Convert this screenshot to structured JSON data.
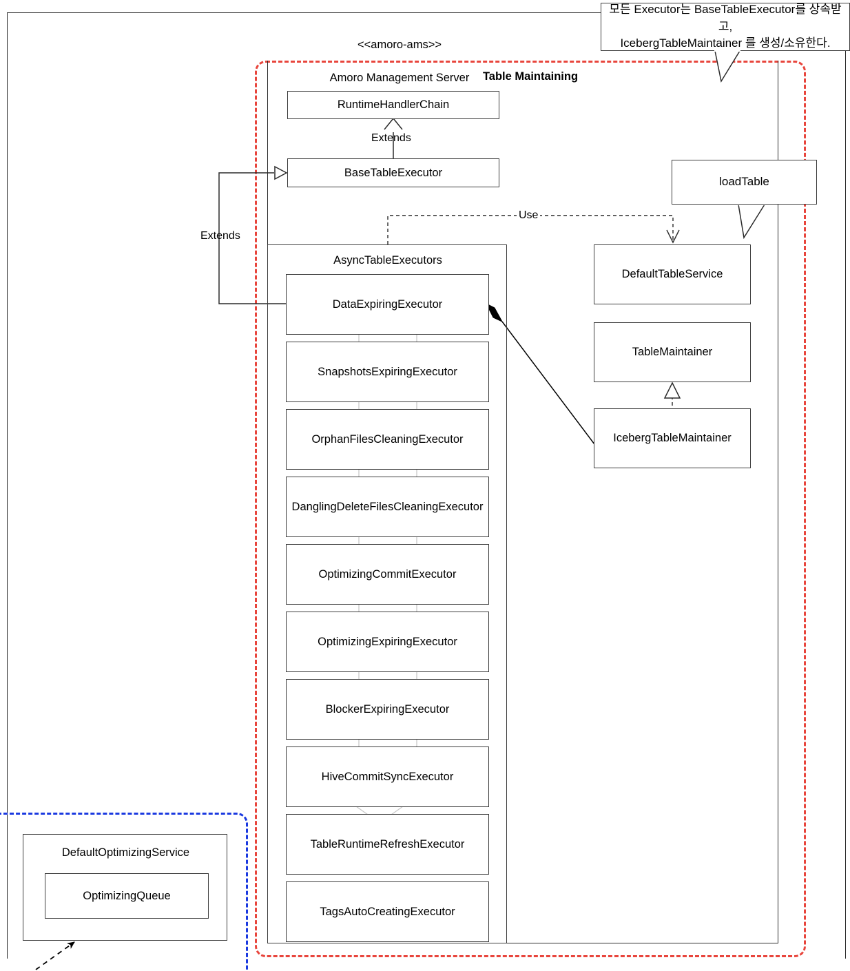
{
  "diagram": {
    "type": "uml-class-diagram",
    "outer_container": {
      "stereotype": "<<amoro-ams>>",
      "title": "Amoro Management Server"
    },
    "red_group": {
      "title": "Table Maintaining",
      "color": "#e8453c",
      "style": "dashed"
    },
    "blue_group": {
      "color": "#1a39e0",
      "style": "dashed"
    }
  },
  "callouts": {
    "korean_note": "모든 Executor는 BaseTableExecutor를 상속받고,\nIcebergTableMaintainer 를 생성/소유한다.",
    "load_table": "loadTable"
  },
  "classes": {
    "runtime_handler_chain": "RuntimeHandlerChain",
    "base_table_executor": "BaseTableExecutor",
    "async_table_executors": "AsyncTableExecutors",
    "default_table_service": "DefaultTableService",
    "table_maintainer": "TableMaintainer",
    "iceberg_table_maintainer": "IcebergTableMaintainer",
    "default_optimizing_service": "DefaultOptimizingService",
    "optimizing_queue": "OptimizingQueue"
  },
  "executors": [
    {
      "name": "DataExpiringExecutor"
    },
    {
      "name": "SnapshotsExpiringExecutor"
    },
    {
      "name": "OrphanFilesCleaningExecutor"
    },
    {
      "name": "DanglingDeleteFilesCleaningExecutor"
    },
    {
      "name": "OptimizingCommitExecutor"
    },
    {
      "name": "OptimizingExpiringExecutor"
    },
    {
      "name": "BlockerExpiringExecutor"
    },
    {
      "name": "HiveCommitSyncExecutor"
    },
    {
      "name": "TableRuntimeRefreshExecutor"
    },
    {
      "name": "TagsAutoCreatingExecutor"
    }
  ],
  "edges": {
    "extends_chain": "Extends",
    "extends_executors": "Extends",
    "use": "Use"
  }
}
